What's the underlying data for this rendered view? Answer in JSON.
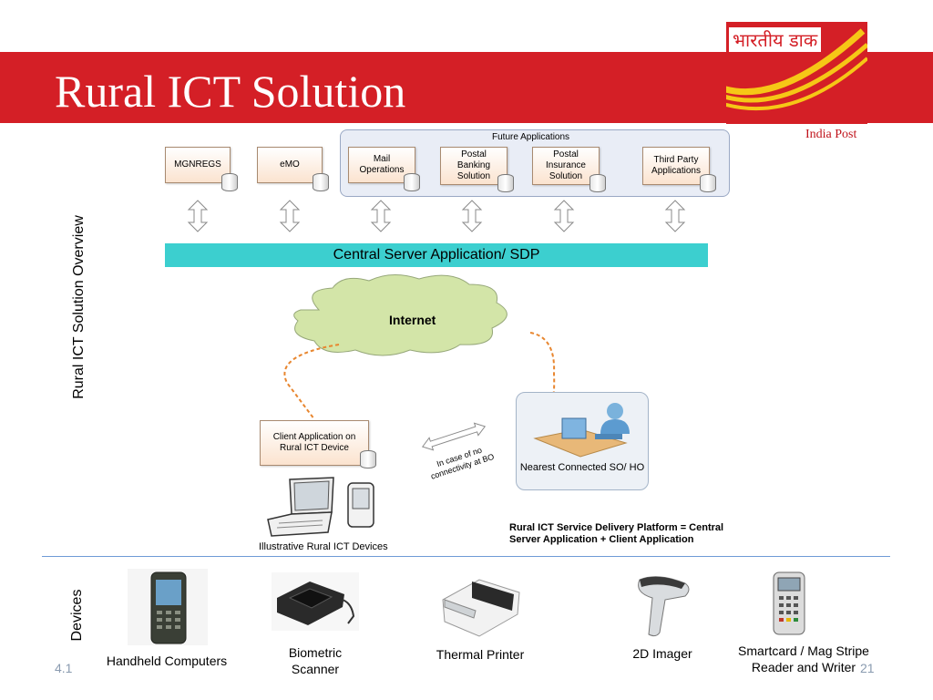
{
  "title": "Rural ICT Solution",
  "logo": {
    "hindi": "भारतीय डाक",
    "english": "India Post"
  },
  "side_labels": {
    "overview": "Rural ICT Solution Overview",
    "devices": "Devices"
  },
  "apps": [
    {
      "id": "mgnregs",
      "label": "MGNREGS"
    },
    {
      "id": "emo",
      "label": "eMO"
    },
    {
      "id": "mail",
      "label": "Mail Operations"
    },
    {
      "id": "banking",
      "label": "Postal Banking Solution"
    },
    {
      "id": "insurance",
      "label": "Postal Insurance Solution"
    },
    {
      "id": "thirdparty",
      "label": "Third Party Applications"
    }
  ],
  "future_label": "Future Applications",
  "server_label": "Central Server Application/ SDP",
  "internet_label": "Internet",
  "client_label": "Client Application on Rural ICT Device",
  "connectivity_note": "In case of no connectivity at BO",
  "so_label": "Nearest Connected SO/ HO",
  "devices_caption": "Illustrative Rural ICT Devices",
  "platform_note": "Rural ICT Service Delivery Platform = Central Server Application + Client Application",
  "devices": [
    {
      "label": "Handheld Computers",
      "icon": "handheld-computer-icon"
    },
    {
      "label": "Biometric Scanner",
      "icon": "biometric-scanner-icon"
    },
    {
      "label": "Thermal Printer",
      "icon": "thermal-printer-icon"
    },
    {
      "label": "2D Imager",
      "icon": "barcode-imager-icon"
    },
    {
      "label": "Smartcard / Mag Stripe Reader and Writer",
      "icon": "card-reader-icon"
    }
  ],
  "footer": {
    "left": "4.1",
    "right": "21"
  },
  "colors": {
    "banner": "#d41f26",
    "server": "#3ccfcf",
    "cloud": "#d3e5a8",
    "dashed": "#e8862f",
    "divider": "#6f9bd6"
  }
}
